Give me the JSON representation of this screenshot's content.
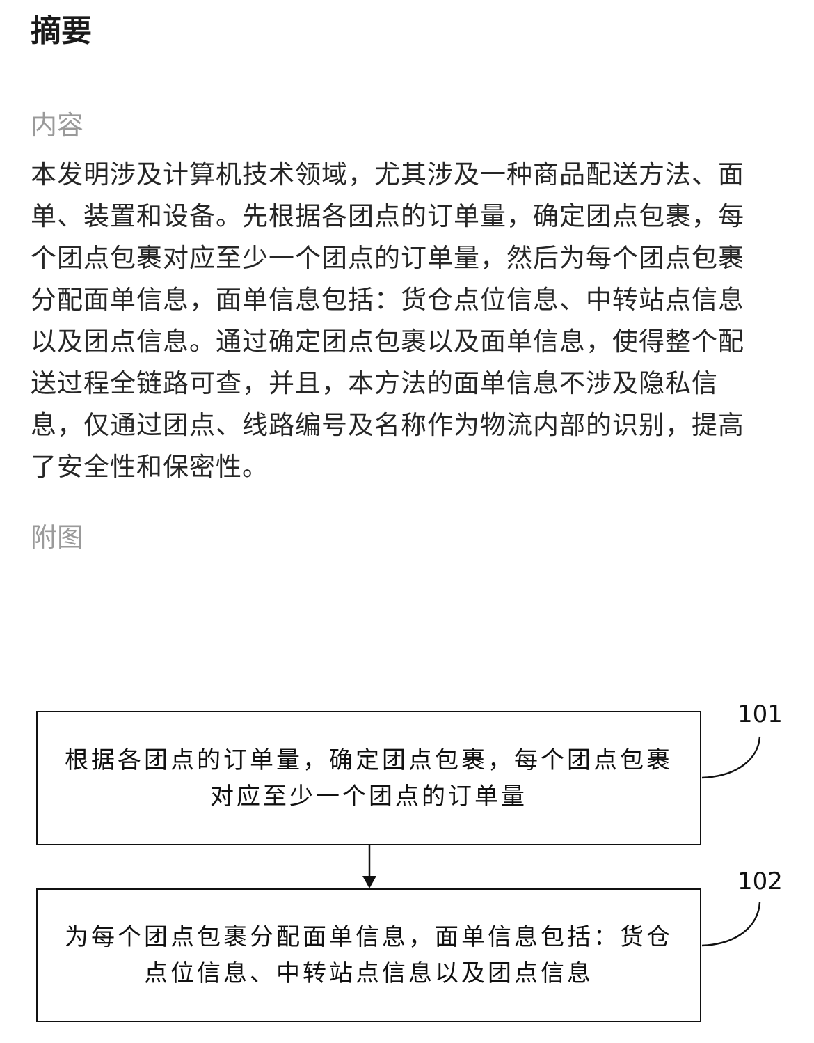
{
  "header": {
    "title": "摘要"
  },
  "content": {
    "label": "内容",
    "text": "本发明涉及计算机技术领域，尤其涉及一种商品配送方法、面单、装置和设备。先根据各团点的订单量，确定团点包裹，每个团点包裹对应至少一个团点的订单量，然后为每个团点包裹分配面单信息，面单信息包括：货仓点位信息、中转站点信息以及团点信息。通过确定团点包裹以及面单信息，使得整个配送过程全链路可查，并且，本方法的面单信息不涉及隐私信息，仅通过团点、线路编号及名称作为物流内部的识别，提高了安全性和保密性。"
  },
  "figure": {
    "label": "附图",
    "steps": [
      {
        "ref": "101",
        "text": "根据各团点的订单量，确定团点包裹，每个团点包裹对应至少一个团点的订单量"
      },
      {
        "ref": "102",
        "text": "为每个团点包裹分配面单信息，面单信息包括：货仓点位信息、中转站点信息以及团点信息"
      }
    ]
  }
}
